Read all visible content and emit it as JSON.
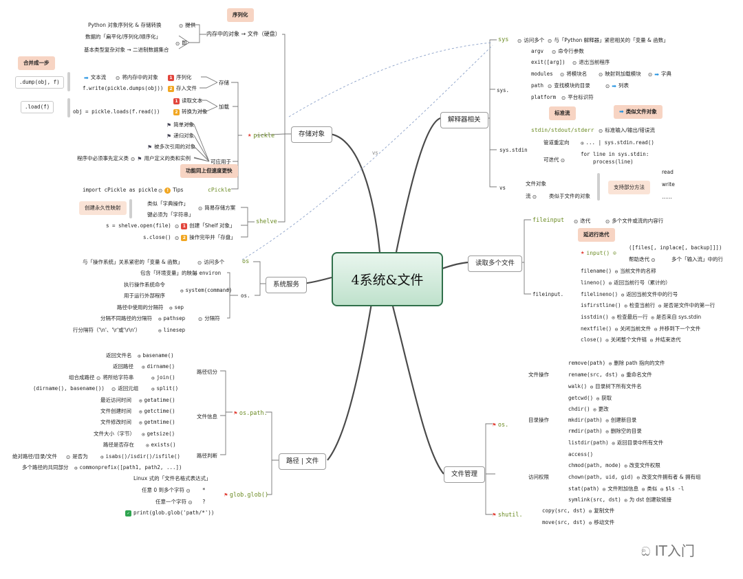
{
  "root": {
    "title": "4系统&文件"
  },
  "watermark": {
    "text": "IT入门",
    "icon": "wechat-icon"
  },
  "colors": {
    "root_border": "#2f6f4a",
    "root_fill": "#bfe1cc",
    "accent_green": "#6a8a22",
    "callout": "#f7d4c3",
    "marker_red": "#e2453c",
    "marker_yellow": "#f1a621",
    "marker_blue": "#1d8fe0",
    "line": "#4a4a4a"
  },
  "branches": {
    "storage": "存储对象",
    "system": "系统服务",
    "path": "路径 | 文件",
    "interpreter": "解释器相关",
    "fileinput": "读取多个文件",
    "filemgmt": "文件管理"
  },
  "vs_labels": {
    "center": "vs"
  },
  "storage": {
    "serialize_callout": "序列化",
    "memory": "内存中的对象 → 文件（硬盘）",
    "python_conv": "Python 对象序列化 & 存储转换",
    "provide": "提供",
    "flat": "数据的「扁平化/序列化/顺序化」",
    "that_is": "即",
    "binary": "基本类型复杂对象 → 二进制数据集合",
    "merge_callout": "合并成一步",
    "dump": ".dump(obj, f)",
    "load": ".load(f)",
    "text_stream": "文本流",
    "to_memory": "将内存中的对象",
    "serialize": "序列化",
    "fwrite": "f.write(pickle.dumps(obj))",
    "save_file": "存入文件",
    "store": "存储",
    "read_text": "读取文本",
    "loads": "obj = pickle.loads(f.read())",
    "to_object": "转换为对象",
    "load_label": "加载",
    "simple_obj": "简单对象",
    "recursive_obj": "递归对象",
    "multi_ref": "被多次引用的对象",
    "must_define": "程序中必须事先定义类",
    "user_class": "用户定义的类和实例",
    "applicable": "可应用于",
    "pickle": "pickle",
    "same_faster": "功能同上但速度更快",
    "import_cpickle": "import cPickle as pickle",
    "tips": "Tips",
    "cpickle": "cPickle",
    "persistent": "创建永久性映射",
    "like_dict": "类似「字典操作」",
    "key_string": "键必须为「字符串」",
    "simple_store": "简易存储方案",
    "shelve_open": "s = shelve.open(file)",
    "create_shelf": "创建「Shelf 对象」",
    "s_close": "s.close()",
    "op_done": "操作完毕并「存盘」",
    "shelve": "shelve"
  },
  "system": {
    "os_vars": "与「操作系统」关系紧密的「变量 & 函数」",
    "access_multi": "访问多个",
    "os": "os",
    "env_map": "包含「环境变量」的映射",
    "environ": "environ",
    "exec_cmd": "执行操作系统命令",
    "run_ext": "用于运行外部程序",
    "system_cmd": "system(command)",
    "os_dot": "os.",
    "sep_desc": "路径中使用的分隔符",
    "sep": "sep",
    "pathsep_desc": "分隔不同路径的分隔符",
    "pathsep": "pathsep",
    "linesep_desc": "行分隔符（'\\n'、'\\r'或'\\r\\n'）",
    "linesep": "linesep",
    "separator": "分隔符"
  },
  "pathfile": {
    "ret_filename": "返回文件名",
    "basename": "basename()",
    "ret_path": "返回路径",
    "dirname": "dirname()",
    "compose": "组合成路径",
    "join_parts": "将所给字符串",
    "join": "join()",
    "split_tuple": "(dirname(), basename())",
    "ret_tuple": "返回元组",
    "split": "split()",
    "path_split": "路径切分",
    "last_access": "最近访问时间",
    "getatime": "getatime()",
    "create_time": "文件创建时间",
    "getctime": "getctime()",
    "modify_time": "文件修改时间",
    "getmtime": "getmtime()",
    "file_size": "文件大小（字节）",
    "getsize": "getsize()",
    "file_info": "文件信息",
    "os_path": "os.path.",
    "path_exists": "路径是否存在",
    "exists": "exists()",
    "abs_dir_file": "绝对路径/目录/文件",
    "is_it": "是否为",
    "isabs": "isabs()/isdir()/isfile()",
    "common_desc": "多个路径的共同部分",
    "commonprefix": "commonprefix([path1, path2, ...])",
    "path_judge": "路径判断",
    "linux_style": "Linux 式的「文件名格式表达式」",
    "any_zero": "任意 0 到多个字符",
    "star": "*",
    "any_one": "任意一个字符",
    "qmark": "?",
    "print_glob": "print(glob.glob('path/*'))",
    "glob": "glob.glob()"
  },
  "interpreter": {
    "sys": "sys",
    "access_multi": "访问多个",
    "sys_desc": "与「Python 解释器」紧密相关的「变量 & 函数」",
    "argv": "argv",
    "cmd_args": "命令行参数",
    "exit": "exit([arg])",
    "exit_desc": "退出当前程序",
    "modules": "modules",
    "map_name": "将模块名",
    "map_loaded": "映射到加载模块",
    "dict": "字典",
    "path": "path",
    "search_dirs": "查找模块的目录",
    "list": "列表",
    "platform": "platform",
    "platform_id": "平台标识符",
    "sys_dot": "sys.",
    "std_stream": "标准流",
    "file_like": "类似文件对象",
    "stdio": "stdin/stdout/stderr",
    "std_io_err": "标准输入/输出/错误流",
    "pipe_redirect": "管道重定向",
    "pipe_code": "... | sys.stdin.read()",
    "iterable": "可迭代",
    "for_line": "for line in sys.stdin:",
    "process_line": "process(line)",
    "sys_stdin": "sys.stdin",
    "file_obj": "文件对象",
    "stream": "流",
    "file_like_obj": "类似于文件的对象",
    "vs": "vs",
    "support_methods": "支持部分方法",
    "read": "read",
    "write": "write",
    "more": "……"
  },
  "fileinput": {
    "fileinput": "fileinput",
    "iterate": "迭代",
    "multi_lines": "多个文件或流的内容行",
    "lazy_iter": "延迟行迭代",
    "files_param": "([files[, inplace[, backup]]])",
    "input": "input()",
    "help_iter": "帮助迭代",
    "input_stream": "多个「输入流」中的行",
    "filename": "filename()",
    "current_name": "当前文件的名称",
    "lineno": "lineno()",
    "current_lineno": "返回当前行号（累计的）",
    "filelineno": "filelineno()",
    "file_lineno": "返回当前文件中的行号",
    "isfirstline": "isfirstline()",
    "check_first": "检查当前行",
    "is_first": "是否是文件中的第一行",
    "isstdin": "isstdin()",
    "check_last": "检查最后一行",
    "from_stdin": "是否来自 sys.stdin",
    "nextfile": "nextfile()",
    "close_current": "关闭当前文件",
    "move_next": "并移到下一个文件",
    "close": "close()",
    "close_chain": "关闭整个文件链",
    "end_iter": "并结束迭代",
    "fileinput_dot": "fileinput."
  },
  "filemgmt": {
    "remove": "remove(path)",
    "delete_path": "删除 path 指向的文件",
    "rename": "rename(src, dst)",
    "rename_file": "重命名文件",
    "walk": "walk()",
    "dir_tree": "目录树下所有文件名",
    "file_ops": "文件操作",
    "getcwd": "getcwd()",
    "get": "获取",
    "chdir": "chdir()",
    "change": "更改",
    "mkdir": "mkdir(path)",
    "create_dir": "创建新目录",
    "rmdir": "rmdir(path)",
    "delete_empty": "删除空的目录",
    "listdir": "listdir(path)",
    "ret_all": "返回目录中所有文件",
    "dir_ops": "目录操作",
    "access": "access()",
    "chmod": "chmod(path, mode)",
    "change_perm": "改变文件权限",
    "chown": "chown(path, uid, gid)",
    "change_owner": "改变文件拥有者 & 拥有组",
    "stat": "stat(path)",
    "file_attr": "文件附加信息",
    "similar": "类似",
    "ls": "$ls -l",
    "symlink": "symlink(src, dst)",
    "for_dst": "为 dst 创建软链接",
    "access_perm": "访问权限",
    "os_dot": "os.",
    "copy": "copy(src, dst)",
    "copy_file": "复制文件",
    "move": "move(src, dst)",
    "move_file": "移动文件",
    "shutil": "shutil."
  }
}
